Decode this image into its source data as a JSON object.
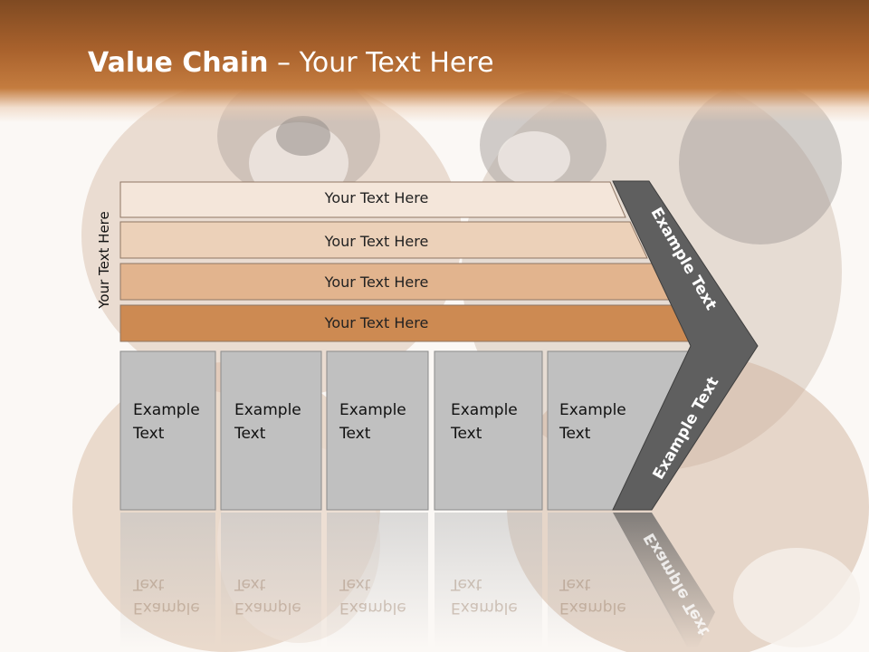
{
  "slide": {
    "title_bold": "Value Chain",
    "title_rest": " – Your Text Here",
    "side_label": "Your Text Here"
  },
  "rows": [
    {
      "label": "Your Text Here",
      "color": "#f4e6da"
    },
    {
      "label": "Your Text Here",
      "color": "#ecd1b9"
    },
    {
      "label": "Your Text Here",
      "color": "#e2b48e"
    },
    {
      "label": "Your Text Here",
      "color": "#cd8a52"
    }
  ],
  "boxes": [
    {
      "line1": "Example",
      "line2": "Text"
    },
    {
      "line1": "Example",
      "line2": "Text"
    },
    {
      "line1": "Example",
      "line2": "Text"
    },
    {
      "line1": "Example",
      "line2": "Text"
    },
    {
      "line1": "Example",
      "line2": "Text"
    }
  ],
  "chevron": {
    "upper_label": "Example Text",
    "lower_label": "Example Text",
    "color": "#5f5f5f"
  },
  "colors": {
    "header": "#a8612c",
    "box_fill": "#c0c0c0",
    "background": "#fbf8f5"
  }
}
